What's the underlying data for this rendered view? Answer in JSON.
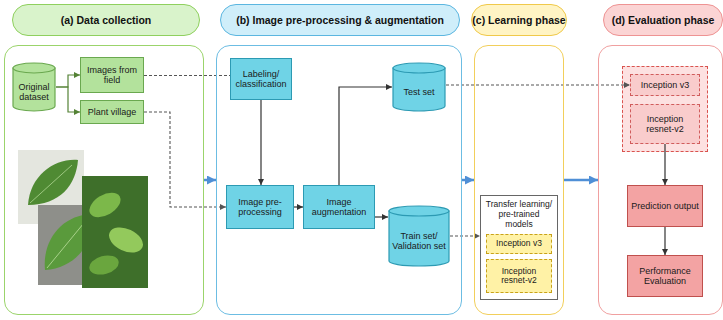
{
  "diagram": {
    "nodes": [
      {
        "text": [
          "(a) Data collection"
        ]
      },
      {
        "text": [
          "Original dataset"
        ],
        "in": 0
      },
      {
        "text": [
          "Images from field"
        ],
        "in": 0
      },
      {
        "text": [
          "Plant village"
        ],
        "in": 0
      },
      {
        "text": [
          "(b) Image pre-processing & augmentation"
        ]
      },
      {
        "text": [
          "Labeling/ classification"
        ],
        "in": 4
      },
      {
        "text": [
          "Image pre- processing"
        ],
        "in": 4
      },
      {
        "text": [
          "Image augmentation"
        ],
        "in": 4
      },
      {
        "text": [
          "Test set"
        ],
        "in": 4
      },
      {
        "text": [
          "Train set/ Validation set"
        ],
        "in": 4
      },
      {
        "text": [
          "(c) Learning phase"
        ]
      },
      {
        "text": [
          "Transfer learning/ pre-trained models"
        ],
        "in": 10
      },
      {
        "text": [
          "Inception v3"
        ],
        "in": 11
      },
      {
        "text": [
          "Inception resnet-v2"
        ],
        "in": 11
      },
      {
        "text": [
          "(d) Evaluation phase"
        ]
      },
      {
        "text": [
          "Inception v3"
        ],
        "in": 14
      },
      {
        "text": [
          "Inception resnet-v2"
        ],
        "in": 14
      },
      {
        "text": [
          "Prediction output"
        ],
        "in": 14
      },
      {
        "text": [
          "Performance Evaluation"
        ],
        "in": 14
      }
    ],
    "edges": [
      {
        "from": 1,
        "to": 2,
        "arrow": "to"
      },
      {
        "from": 1,
        "to": 3,
        "arrow": "to"
      },
      {
        "from": 2,
        "to": 5,
        "arrow": "none"
      },
      {
        "from": 3,
        "to": 6,
        "arrow": "to"
      },
      {
        "from": 5,
        "to": 6,
        "arrow": "to"
      },
      {
        "from": 6,
        "to": 7,
        "arrow": "to"
      },
      {
        "from": 7,
        "to": 8,
        "arrow": "to"
      },
      {
        "from": 7,
        "to": 9,
        "arrow": "to"
      },
      {
        "from": 8,
        "to": 15,
        "arrow": "to"
      },
      {
        "from": 9,
        "to": 11,
        "arrow": "to"
      },
      {
        "from": 0,
        "to": 4,
        "arrow": "to"
      },
      {
        "from": 4,
        "to": 10,
        "arrow": "to"
      },
      {
        "from": 10,
        "to": 14,
        "arrow": "to"
      },
      {
        "from": 16,
        "to": 17,
        "arrow": "to"
      },
      {
        "from": 17,
        "to": 18,
        "arrow": "to"
      }
    ]
  }
}
